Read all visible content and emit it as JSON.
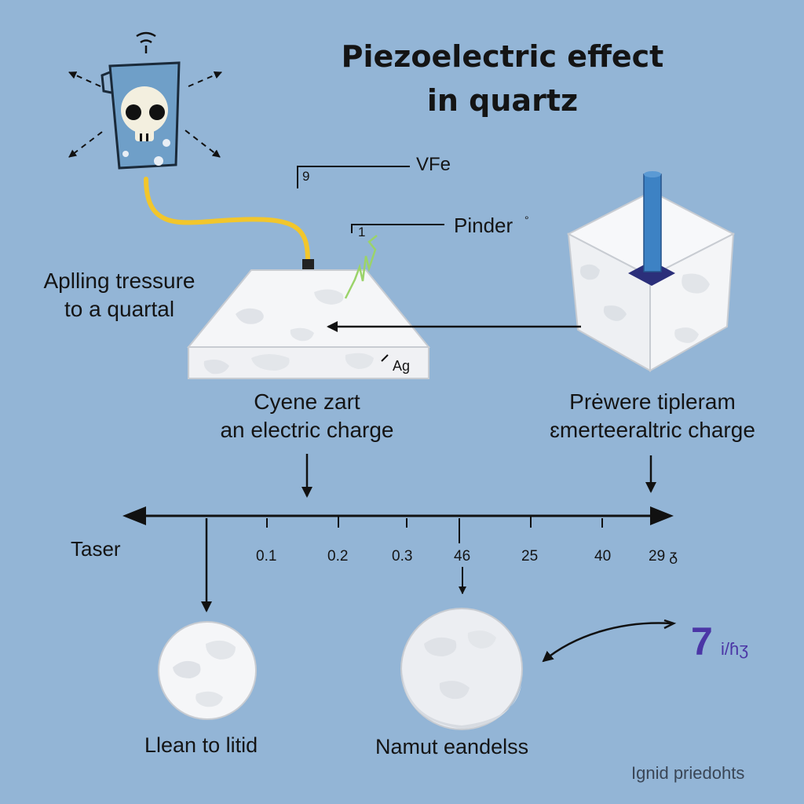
{
  "title": {
    "line1": "Piezoelectric effect",
    "line2": "in quartz"
  },
  "labels": {
    "vfe": "VFe",
    "vfe_mark": "9",
    "pinder": "Pinder",
    "pinder_sup": "°",
    "pinder_mark": "1",
    "applying_line1": "Aplling tressure",
    "applying_line2": "to a quartal",
    "crystal_mark": "Ag",
    "cyene_line1": "Cyene zart",
    "cyene_line2": "an electric charge",
    "prewere_line1": "Prėwere tipleram",
    "prewere_line2": "ɛmerteeraltric charge",
    "taser": "Taser",
    "lean": "Llean to litid",
    "namut": "Namut eandelss",
    "seven": "7",
    "seven_unit": "i/ɦʒ",
    "credit": "Ignid priedohts"
  },
  "axis": {
    "ticks": [
      "0.1",
      "0.2",
      "0.3",
      "46",
      "25",
      "40",
      "29 ᵹ"
    ]
  },
  "icons": [
    "skull-gauge-icon",
    "wifi-signal-icon",
    "expand-arrows-icon",
    "waveform-icon"
  ],
  "colors": {
    "background": "#93b5d6",
    "wire": "#f2c62c",
    "rod": "#3d82c4",
    "accent_purple": "#4b36a6",
    "waveform": "#9bd36a"
  }
}
